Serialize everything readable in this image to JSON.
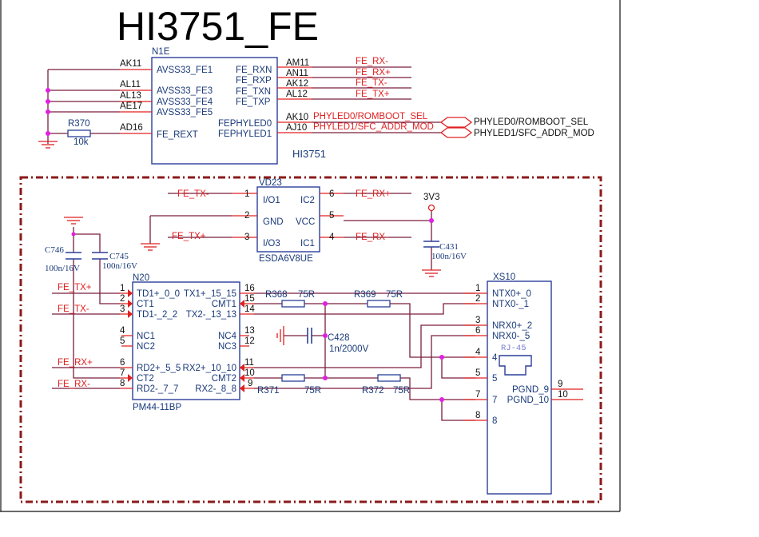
{
  "title": "HI3751_FE",
  "n1e": {
    "ref": "N1E",
    "part": "HI3751",
    "left_pins": [
      {
        "ball": "AK11",
        "name": "AVSS33_FE1"
      },
      {
        "ball": "AL11",
        "name": "AVSS33_FE3"
      },
      {
        "ball": "AL13",
        "name": "AVSS33_FE4"
      },
      {
        "ball": "AE17",
        "name": "AVSS33_FE5"
      },
      {
        "ball": "AD16",
        "name": "FE_REXT"
      }
    ],
    "right_pins": [
      {
        "ball": "AM11",
        "name": "FE_RXN",
        "net": "FE_RX-"
      },
      {
        "ball": "AN11",
        "name": "FE_RXP",
        "net": "FE_RX+"
      },
      {
        "ball": "AK12",
        "name": "FE_TXN",
        "net": "FE_TX-"
      },
      {
        "ball": "AL12",
        "name": "FE_TXP",
        "net": "FE_TX+"
      },
      {
        "ball": "AK10",
        "name": "FEPHYLED0",
        "net": "PHYLED0/ROMBOOT_SEL"
      },
      {
        "ball": "AJ10",
        "name": "FEPHYLED1",
        "net": "PHYLED1/SFC_ADDR_MOD"
      }
    ],
    "ports": [
      "PHYLED0/ROMBOOT_SEL",
      "PHYLED1/SFC_ADDR_MOD"
    ],
    "r370": {
      "ref": "R370",
      "value": "10k"
    }
  },
  "vd23": {
    "ref": "VD23",
    "part": "ESDA6V8UE",
    "left": [
      {
        "num": "1",
        "name": "I/O1",
        "net": "FE_TX-"
      },
      {
        "num": "2",
        "name": "GND"
      },
      {
        "num": "3",
        "name": "I/O3",
        "net": "FE_TX+"
      }
    ],
    "right": [
      {
        "num": "6",
        "name": "IC2",
        "net": "FE_RX+"
      },
      {
        "num": "5",
        "name": "VCC"
      },
      {
        "num": "4",
        "name": "IC1",
        "net": "FE_RX-"
      }
    ],
    "supply": "3V3",
    "c431": {
      "ref": "C431",
      "value": "100n/16V"
    }
  },
  "caps": {
    "c746": {
      "ref": "C746",
      "value": "100n/16V"
    },
    "c745": {
      "ref": "C745",
      "value": "100n/16V"
    },
    "c428": {
      "ref": "C428",
      "value": "1n/2000V"
    }
  },
  "n20": {
    "ref": "N20",
    "part": "PM44-11BP",
    "left": [
      {
        "num": "1",
        "name": "TD1+_0_0",
        "net": "FE_TX+"
      },
      {
        "num": "2",
        "name": "CT1"
      },
      {
        "num": "3",
        "name": "TD1-_2_2",
        "net": "FE_TX-"
      },
      {
        "num": "4",
        "name": "NC1"
      },
      {
        "num": "5",
        "name": "NC2"
      },
      {
        "num": "6",
        "name": "RD2+_5_5",
        "net": "FE_RX+"
      },
      {
        "num": "7",
        "name": "CT2"
      },
      {
        "num": "8",
        "name": "RD2-_7_7",
        "net": "FE_RX-"
      }
    ],
    "right": [
      {
        "num": "16",
        "name": "TX1+_15_15"
      },
      {
        "num": "15",
        "name": "CMT1"
      },
      {
        "num": "14",
        "name": "TX2-_13_13"
      },
      {
        "num": "13",
        "name": "NC4"
      },
      {
        "num": "12",
        "name": "NC3"
      },
      {
        "num": "11",
        "name": "RX2+_10_10"
      },
      {
        "num": "10",
        "name": "CMT2"
      },
      {
        "num": "9",
        "name": "RX2-_8_8"
      }
    ]
  },
  "resistors": [
    {
      "ref": "R368",
      "value": "75R"
    },
    {
      "ref": "R369",
      "value": "75R"
    },
    {
      "ref": "R371",
      "value": "75R"
    },
    {
      "ref": "R372",
      "value": "75R"
    }
  ],
  "xs10": {
    "ref": "XS10",
    "part": "RJ-45",
    "pins": [
      {
        "num": "1",
        "name": "NTX0+_0"
      },
      {
        "num": "2",
        "name": "NTX0-_1"
      },
      {
        "num": "3",
        "name": "NRX0+_2"
      },
      {
        "num": "6",
        "name": "NRX0-_5"
      },
      {
        "num": "4",
        "name": "4"
      },
      {
        "num": "5",
        "name": "5"
      },
      {
        "num": "7",
        "name": "7"
      },
      {
        "num": "8",
        "name": "8"
      }
    ],
    "right": [
      {
        "num": "9",
        "name": "PGND_9"
      },
      {
        "num": "10",
        "name": "PGND_10"
      }
    ]
  },
  "colors": {
    "wire": "#7a1f3d",
    "pin": "#e02020",
    "text": "#1a3a7a",
    "junction": "#e020e0",
    "border": "#8b1a1a"
  }
}
